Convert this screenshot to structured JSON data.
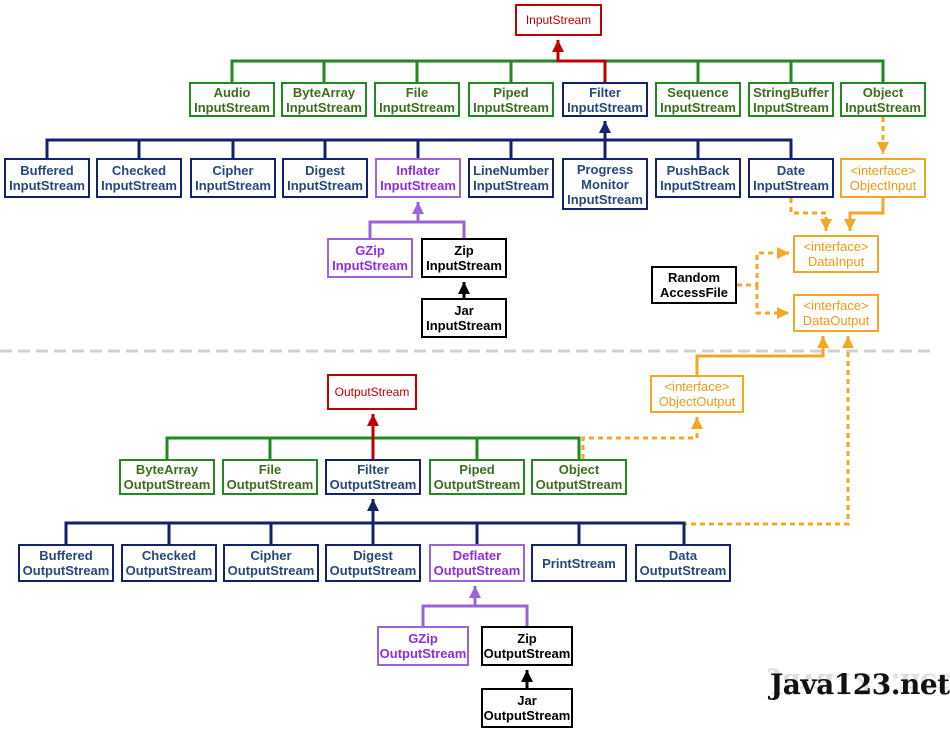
{
  "nodes": [
    {
      "id": "inputstream",
      "lines": [
        "InputStream"
      ],
      "color": "root"
    },
    {
      "id": "audio-inputstream",
      "lines": [
        "Audio",
        "InputStream"
      ],
      "color": "green"
    },
    {
      "id": "bytearray-inputstream",
      "lines": [
        "ByteArray",
        "InputStream"
      ],
      "color": "green"
    },
    {
      "id": "file-inputstream",
      "lines": [
        "File",
        "InputStream"
      ],
      "color": "green"
    },
    {
      "id": "piped-inputstream",
      "lines": [
        "Piped",
        "InputStream"
      ],
      "color": "green"
    },
    {
      "id": "filter-inputstream",
      "lines": [
        "Filter",
        "InputStream"
      ],
      "color": "navy"
    },
    {
      "id": "sequence-inputstream",
      "lines": [
        "Sequence",
        "InputStream"
      ],
      "color": "green"
    },
    {
      "id": "stringbuffer-inputstream",
      "lines": [
        "StringBuffer",
        "InputStream"
      ],
      "color": "green"
    },
    {
      "id": "object-inputstream",
      "lines": [
        "Object",
        "InputStream"
      ],
      "color": "green"
    },
    {
      "id": "buffered-inputstream",
      "lines": [
        "Buffered",
        "InputStream"
      ],
      "color": "navy"
    },
    {
      "id": "checked-inputstream",
      "lines": [
        "Checked",
        "InputStream"
      ],
      "color": "navy"
    },
    {
      "id": "cipher-inputstream",
      "lines": [
        "Cipher",
        "InputStream"
      ],
      "color": "navy"
    },
    {
      "id": "digest-inputstream",
      "lines": [
        "Digest",
        "InputStream"
      ],
      "color": "navy"
    },
    {
      "id": "inflater-inputstream",
      "lines": [
        "Inflater",
        "InputStream"
      ],
      "color": "purple"
    },
    {
      "id": "linenumber-inputstream",
      "lines": [
        "LineNumber",
        "InputStream"
      ],
      "color": "navy"
    },
    {
      "id": "progressmonitor-inputstream",
      "lines": [
        "Progress",
        "Monitor",
        "InputStream"
      ],
      "color": "navy"
    },
    {
      "id": "pushback-inputstream",
      "lines": [
        "PushBack",
        "InputStream"
      ],
      "color": "navy"
    },
    {
      "id": "data-inputstream",
      "lines": [
        "Date",
        "InputStream"
      ],
      "color": "navy"
    },
    {
      "id": "objectinput-interface",
      "lines": [
        "<interface>",
        "ObjectInput"
      ],
      "color": "orange"
    },
    {
      "id": "gzip-inputstream",
      "lines": [
        "GZip",
        "InputStream"
      ],
      "color": "purple"
    },
    {
      "id": "zip-inputstream",
      "lines": [
        "Zip",
        "InputStream"
      ],
      "color": "black"
    },
    {
      "id": "jar-inputstream",
      "lines": [
        "Jar",
        "InputStream"
      ],
      "color": "black"
    },
    {
      "id": "datainput-interface",
      "lines": [
        "<interface>",
        "DataInput"
      ],
      "color": "orange"
    },
    {
      "id": "random-accessfile",
      "lines": [
        "Random",
        "AccessFile"
      ],
      "color": "black"
    },
    {
      "id": "dataoutput-interface",
      "lines": [
        "<interface>",
        "DataOutput"
      ],
      "color": "orange"
    },
    {
      "id": "outputstream",
      "lines": [
        "OutputStream"
      ],
      "color": "root"
    },
    {
      "id": "objectoutput-interface",
      "lines": [
        "<interface>",
        "ObjectOutput"
      ],
      "color": "orange"
    },
    {
      "id": "bytearray-outputstream",
      "lines": [
        "ByteArray",
        "OutputStream"
      ],
      "color": "green"
    },
    {
      "id": "file-outputstream",
      "lines": [
        "File",
        "OutputStream"
      ],
      "color": "green"
    },
    {
      "id": "filter-outputstream",
      "lines": [
        "Filter",
        "OutputStream"
      ],
      "color": "navy"
    },
    {
      "id": "piped-outputstream",
      "lines": [
        "Piped",
        "OutputStream"
      ],
      "color": "green"
    },
    {
      "id": "object-outputstream",
      "lines": [
        "Object",
        "OutputStream"
      ],
      "color": "green"
    },
    {
      "id": "buffered-outputstream",
      "lines": [
        "Buffered",
        "OutputStream"
      ],
      "color": "navy"
    },
    {
      "id": "checked-outputstream",
      "lines": [
        "Checked",
        "OutputStream"
      ],
      "color": "navy"
    },
    {
      "id": "cipher-outputstream",
      "lines": [
        "Cipher",
        "OutputStream"
      ],
      "color": "navy"
    },
    {
      "id": "digest-outputstream",
      "lines": [
        "Digest",
        "OutputStream"
      ],
      "color": "navy"
    },
    {
      "id": "deflater-outputstream",
      "lines": [
        "Deflater",
        "OutputStream"
      ],
      "color": "purple"
    },
    {
      "id": "printstream",
      "lines": [
        "PrintStream"
      ],
      "color": "navy"
    },
    {
      "id": "data-outputstream",
      "lines": [
        "Data",
        "OutputStream"
      ],
      "color": "navy"
    },
    {
      "id": "gzip-outputstream",
      "lines": [
        "GZip",
        "OutputStream"
      ],
      "color": "purple"
    },
    {
      "id": "zip-outputstream",
      "lines": [
        "Zip",
        "OutputStream"
      ],
      "color": "black"
    },
    {
      "id": "jar-outputstream",
      "lines": [
        "Jar",
        "OutputStream"
      ],
      "color": "black"
    }
  ],
  "edges": [
    {
      "from": "audio-inputstream",
      "to": "inputstream",
      "kind": "extends"
    },
    {
      "from": "bytearray-inputstream",
      "to": "inputstream",
      "kind": "extends"
    },
    {
      "from": "file-inputstream",
      "to": "inputstream",
      "kind": "extends"
    },
    {
      "from": "piped-inputstream",
      "to": "inputstream",
      "kind": "extends"
    },
    {
      "from": "filter-inputstream",
      "to": "inputstream",
      "kind": "extends"
    },
    {
      "from": "sequence-inputstream",
      "to": "inputstream",
      "kind": "extends"
    },
    {
      "from": "stringbuffer-inputstream",
      "to": "inputstream",
      "kind": "extends"
    },
    {
      "from": "object-inputstream",
      "to": "inputstream",
      "kind": "extends"
    },
    {
      "from": "buffered-inputstream",
      "to": "filter-inputstream",
      "kind": "extends"
    },
    {
      "from": "checked-inputstream",
      "to": "filter-inputstream",
      "kind": "extends"
    },
    {
      "from": "cipher-inputstream",
      "to": "filter-inputstream",
      "kind": "extends"
    },
    {
      "from": "digest-inputstream",
      "to": "filter-inputstream",
      "kind": "extends"
    },
    {
      "from": "inflater-inputstream",
      "to": "filter-inputstream",
      "kind": "extends"
    },
    {
      "from": "linenumber-inputstream",
      "to": "filter-inputstream",
      "kind": "extends"
    },
    {
      "from": "progressmonitor-inputstream",
      "to": "filter-inputstream",
      "kind": "extends"
    },
    {
      "from": "pushback-inputstream",
      "to": "filter-inputstream",
      "kind": "extends"
    },
    {
      "from": "data-inputstream",
      "to": "filter-inputstream",
      "kind": "extends"
    },
    {
      "from": "gzip-inputstream",
      "to": "inflater-inputstream",
      "kind": "extends"
    },
    {
      "from": "zip-inputstream",
      "to": "inflater-inputstream",
      "kind": "extends"
    },
    {
      "from": "jar-inputstream",
      "to": "zip-inputstream",
      "kind": "extends"
    },
    {
      "from": "object-inputstream",
      "to": "objectinput-interface",
      "kind": "implements"
    },
    {
      "from": "objectinput-interface",
      "to": "datainput-interface",
      "kind": "extends"
    },
    {
      "from": "data-inputstream",
      "to": "datainput-interface",
      "kind": "implements"
    },
    {
      "from": "random-accessfile",
      "to": "datainput-interface",
      "kind": "implements"
    },
    {
      "from": "random-accessfile",
      "to": "dataoutput-interface",
      "kind": "implements"
    },
    {
      "from": "bytearray-outputstream",
      "to": "outputstream",
      "kind": "extends"
    },
    {
      "from": "file-outputstream",
      "to": "outputstream",
      "kind": "extends"
    },
    {
      "from": "filter-outputstream",
      "to": "outputstream",
      "kind": "extends"
    },
    {
      "from": "piped-outputstream",
      "to": "outputstream",
      "kind": "extends"
    },
    {
      "from": "object-outputstream",
      "to": "outputstream",
      "kind": "extends"
    },
    {
      "from": "object-outputstream",
      "to": "objectoutput-interface",
      "kind": "implements"
    },
    {
      "from": "objectoutput-interface",
      "to": "dataoutput-interface",
      "kind": "extends"
    },
    {
      "from": "buffered-outputstream",
      "to": "filter-outputstream",
      "kind": "extends"
    },
    {
      "from": "checked-outputstream",
      "to": "filter-outputstream",
      "kind": "extends"
    },
    {
      "from": "cipher-outputstream",
      "to": "filter-outputstream",
      "kind": "extends"
    },
    {
      "from": "digest-outputstream",
      "to": "filter-outputstream",
      "kind": "extends"
    },
    {
      "from": "deflater-outputstream",
      "to": "filter-outputstream",
      "kind": "extends"
    },
    {
      "from": "printstream",
      "to": "filter-outputstream",
      "kind": "extends"
    },
    {
      "from": "data-outputstream",
      "to": "filter-outputstream",
      "kind": "extends"
    },
    {
      "from": "data-outputstream",
      "to": "dataoutput-interface",
      "kind": "implements"
    },
    {
      "from": "gzip-outputstream",
      "to": "deflater-outputstream",
      "kind": "extends"
    },
    {
      "from": "zip-outputstream",
      "to": "deflater-outputstream",
      "kind": "extends"
    },
    {
      "from": "jar-outputstream",
      "to": "zip-outputstream",
      "kind": "extends"
    }
  ],
  "colors": {
    "root": "#c00000",
    "green": "#1f8a1f",
    "navy": "#14216e",
    "purple": "#9a64d8",
    "black": "#000000",
    "orange": "#f5a623",
    "separator": "#d0d0d0"
  },
  "watermark": "Java123.net"
}
